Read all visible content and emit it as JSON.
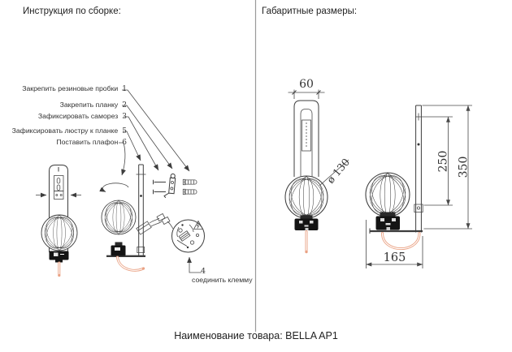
{
  "left_panel": {
    "title": "Инструкция по сборке:",
    "steps": [
      {
        "num": "1",
        "label": "Закрепить резиновые пробки"
      },
      {
        "num": "2",
        "label": "Закрепить планку"
      },
      {
        "num": "3",
        "label": "Зафиксировать саморез"
      },
      {
        "num": "5",
        "label": "Зафиксировать люстру к планке"
      },
      {
        "num": "6",
        "label": "Поставить плафон"
      }
    ],
    "step4": {
      "num": "4",
      "label": "соединить клемму"
    }
  },
  "right_panel": {
    "title": "Габаритные размеры:",
    "dimensions": {
      "bracket_width": "60",
      "shade_diameter": "ø 130",
      "mount_height": "250",
      "total_height": "350",
      "depth": "165"
    }
  },
  "footer": {
    "label": "Наименование товара:",
    "value": "BELLA AP1"
  },
  "colors": {
    "line": "#3d3d3d",
    "dim": "#4a4a4a",
    "wire": "#eaa284",
    "base": "#141414",
    "divider": "#9a9a9a"
  }
}
